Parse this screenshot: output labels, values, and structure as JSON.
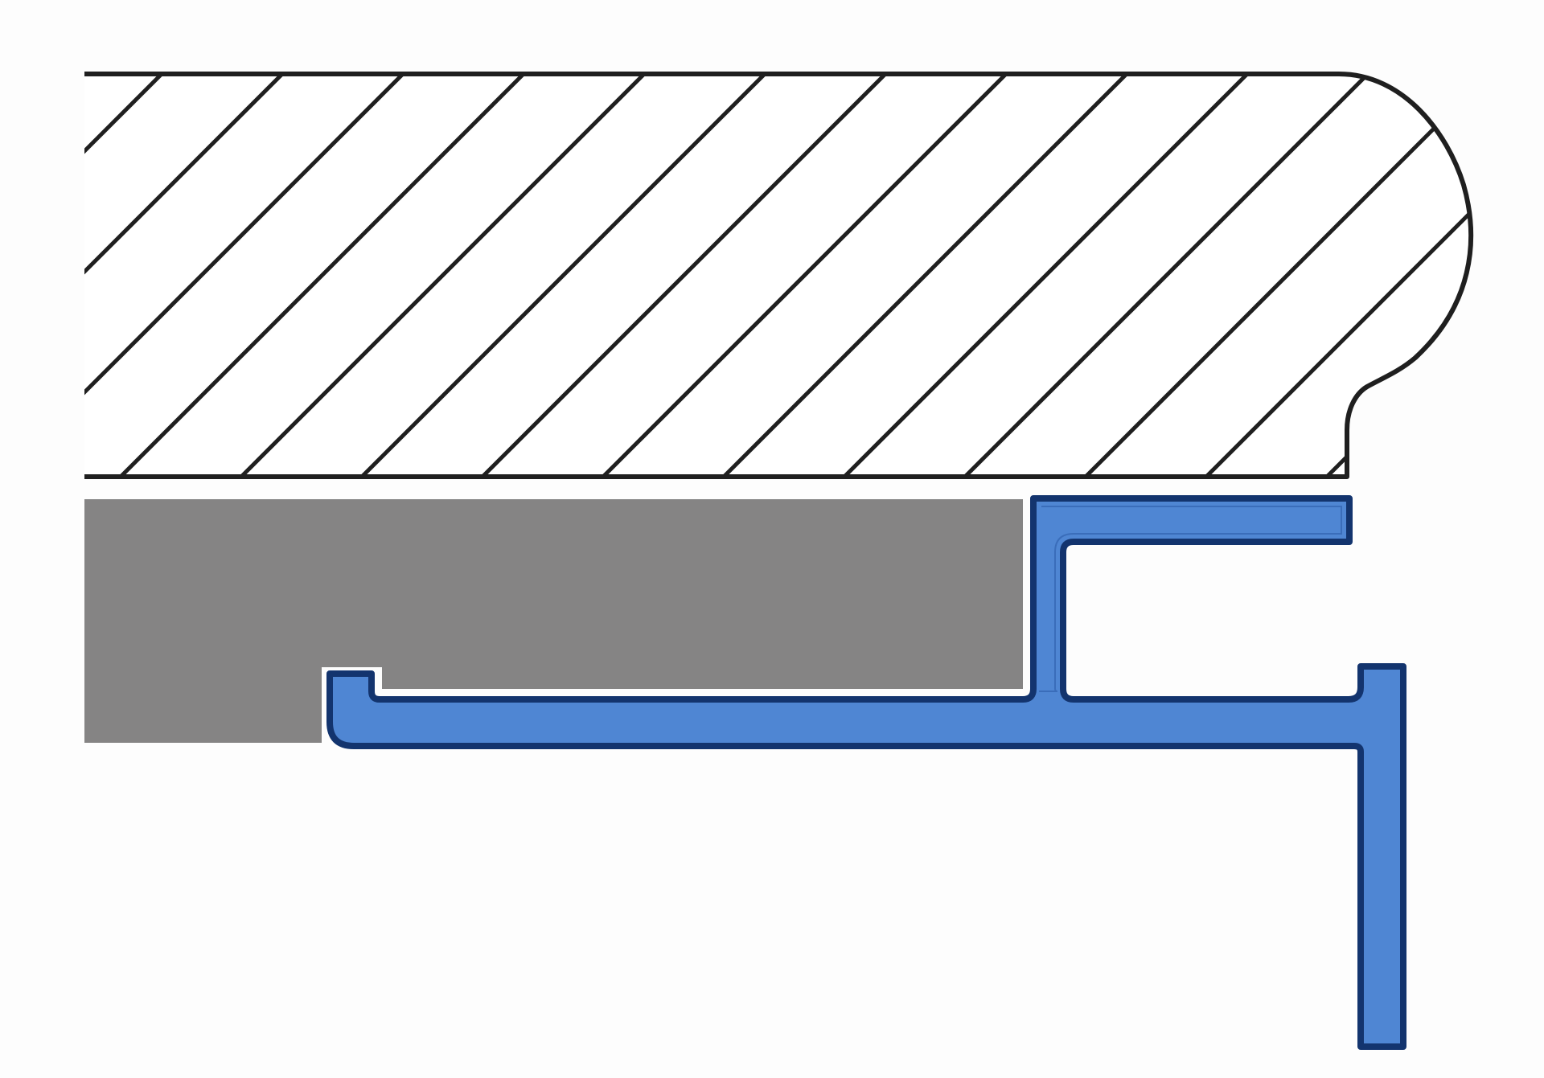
{
  "diagram": {
    "colors": {
      "background": "#fdfdfd",
      "outline": "#1f1f1f",
      "hatch": "#1f1f1f",
      "substrate_fill": "#858484",
      "profile_fill": "#4f86d3",
      "profile_stroke": "#13346e",
      "profile_inner_stroke": "#2a5aa6"
    },
    "parts": [
      {
        "id": "hatched-slab",
        "description_visible": false
      },
      {
        "id": "grey-substrate",
        "description_visible": false
      },
      {
        "id": "blue-trim-profile",
        "description_visible": false
      }
    ]
  }
}
